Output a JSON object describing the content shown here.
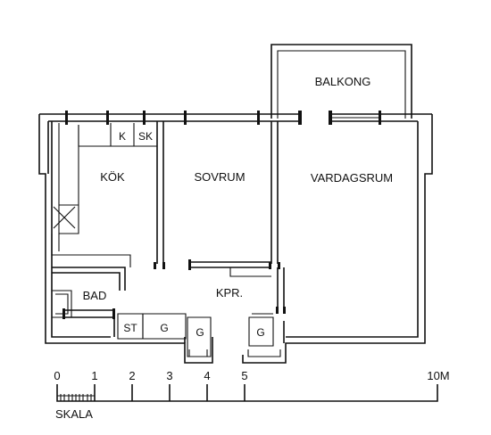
{
  "rooms": {
    "balkong": "BALKONG",
    "kok": "KÖK",
    "sovrum": "SOVRUM",
    "vardagsrum": "VARDAGSRUM",
    "bad": "BAD",
    "kpr": "KPR."
  },
  "fixtures": {
    "k": "K",
    "sk": "SK",
    "st": "ST",
    "g1": "G",
    "g2": "G",
    "g3": "G"
  },
  "scale": {
    "caption": "SKALA",
    "ticks": [
      "0",
      "1",
      "2",
      "3",
      "4",
      "5",
      "10M"
    ]
  }
}
